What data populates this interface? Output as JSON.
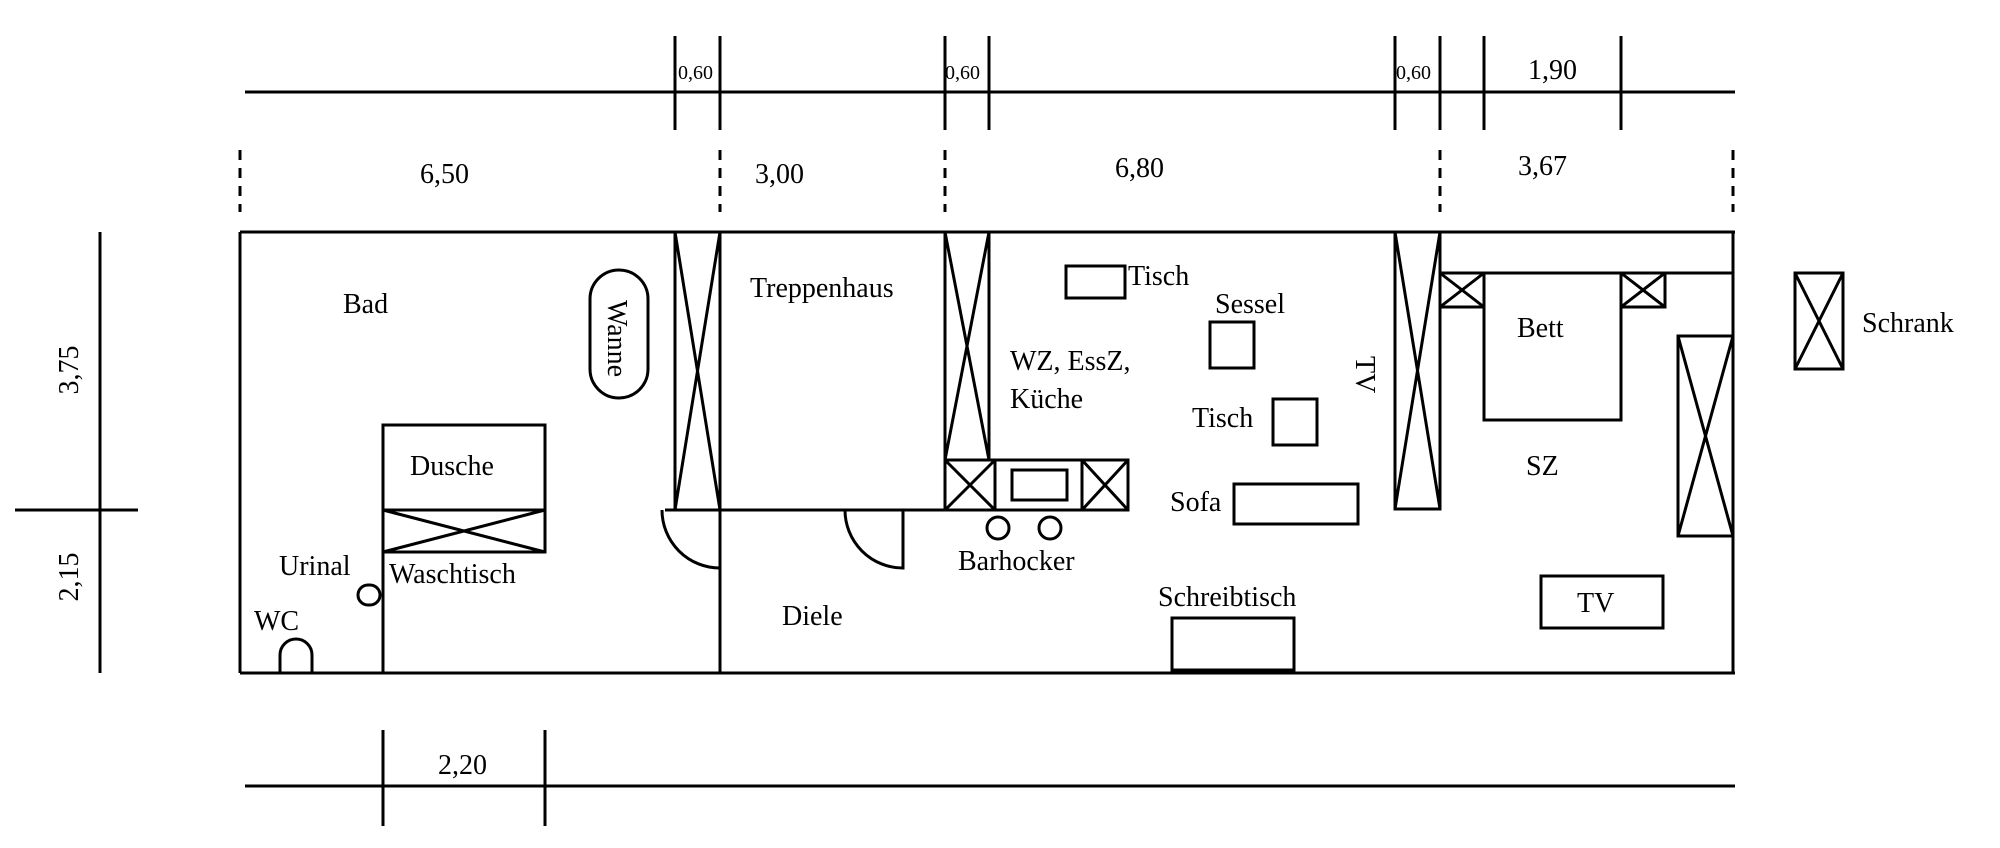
{
  "rooms": {
    "bad": "Bad",
    "treppenhaus": "Treppenhaus",
    "wz": "WZ, EssZ,",
    "kueche": "Küche",
    "sz": "SZ",
    "diele": "Diele"
  },
  "furniture": {
    "wanne": "Wanne",
    "dusche": "Dusche",
    "urinal": "Urinal",
    "waschtisch": "Waschtisch",
    "wc": "WC",
    "tisch1": "Tisch",
    "sessel": "Sessel",
    "tisch2": "Tisch",
    "sofa": "Sofa",
    "barhocker": "Barhocker",
    "schreibtisch": "Schreibtisch",
    "tv_wall": "TV",
    "bett": "Bett",
    "tv": "TV",
    "schrank": "Schrank"
  },
  "dimensions": {
    "top": [
      "0,60",
      "0,60",
      "0,60",
      "1,90"
    ],
    "mid": [
      "6,50",
      "3,00",
      "6,80",
      "3,67"
    ],
    "left": [
      "3,75",
      "2,15"
    ],
    "bottom": [
      "2,20"
    ]
  }
}
